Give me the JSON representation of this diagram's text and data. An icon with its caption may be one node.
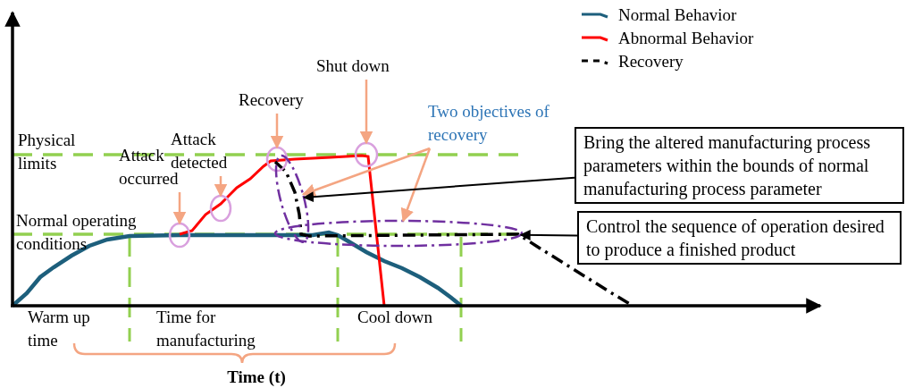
{
  "diagram": {
    "nodes": [
      {
        "text": [
          "Attack occurred"
        ]
      },
      {
        "text": [],
        "shape": "circle"
      },
      {
        "text": [
          "Attack detected"
        ]
      },
      {
        "text": [],
        "shape": "circle"
      },
      {
        "text": [
          "Recovery"
        ]
      },
      {
        "text": [],
        "shape": "circle"
      },
      {
        "text": [
          "Shut down"
        ]
      },
      {
        "text": [],
        "shape": "circle"
      },
      {
        "text": [
          "Two objectives of recovery"
        ]
      },
      {
        "text": [],
        "shape": "ellipse"
      },
      {
        "text": [],
        "shape": "ellipse"
      },
      {
        "text": [
          "Bring the altered manufacturing process parameters within the bounds of normal manufacturing process parameter"
        ]
      },
      {
        "text": [
          "Control the sequence of operation desired to produce a finished product"
        ]
      }
    ],
    "edges": [
      {
        "from": 0,
        "to": 1,
        "arrow": "to"
      },
      {
        "from": 2,
        "to": 3,
        "arrow": "to"
      },
      {
        "from": 4,
        "to": 5,
        "arrow": "to"
      },
      {
        "from": 6,
        "to": 7,
        "arrow": "to"
      },
      {
        "from": 8,
        "to": 9,
        "arrow": "to"
      },
      {
        "from": 8,
        "to": 10,
        "arrow": "to"
      },
      {
        "from": 11,
        "to": 9,
        "arrow": "to",
        "color": "#000000"
      },
      {
        "from": 12,
        "to": 10,
        "arrow": "to",
        "color": "#000000"
      }
    ],
    "labels": [
      "Physical limits",
      "Normal operating conditions",
      "Warm up time",
      "Time for manufacturing",
      "Cool down",
      "Time (t)"
    ],
    "legend": [
      {
        "text": "Normal Behavior"
      },
      {
        "text": "Abnormal Behavior"
      },
      {
        "text": "Recovery"
      }
    ]
  }
}
